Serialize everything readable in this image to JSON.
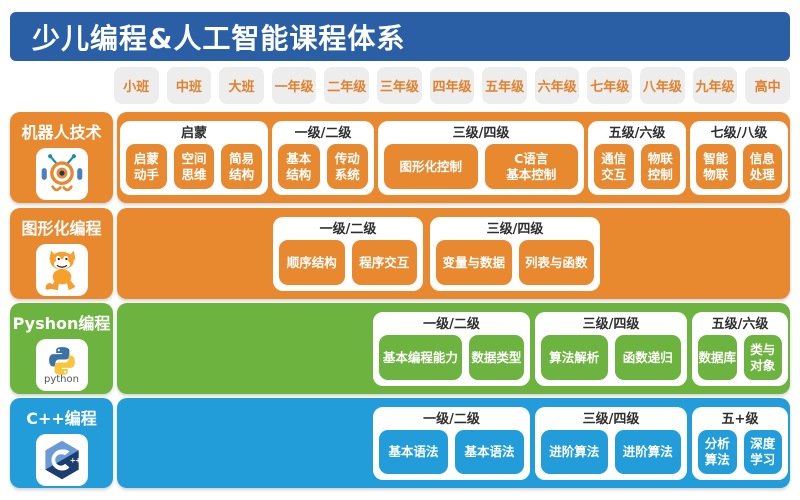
{
  "header": {
    "title": "少儿编程&人工智能课程体系"
  },
  "grades": [
    "小班",
    "中班",
    "大班",
    "一年级",
    "二年级",
    "三年级",
    "四年级",
    "五年级",
    "六年级",
    "七年级",
    "八年级",
    "九年级",
    "高中"
  ],
  "colors": {
    "header_bg": "#2B5FA5",
    "robotics_band": "#E8882F",
    "scratch_band": "#E8882F",
    "python_band": "#6DB33F",
    "cpp_band": "#239DD9",
    "grade_button_bg": "#EDEDED",
    "grade_button_text": "#E0812C",
    "group_card_bg": "#FFFFFF",
    "group_level_text": "#2E2E2E",
    "chip_text": "#FFFFFF"
  },
  "tracks": [
    {
      "label": "机器人技术",
      "icon": "robot-icon",
      "groups": [
        {
          "level": "启蒙",
          "chips": [
            "启蒙\n动手",
            "空间\n思维",
            "简易\n结构"
          ]
        },
        {
          "level": "一级/二级",
          "chips": [
            "基本\n结构",
            "传动\n系统"
          ]
        },
        {
          "level": "三级/四级",
          "chips": [
            "图形化控制",
            "C语言\n基本控制"
          ]
        },
        {
          "level": "五级/六级",
          "chips": [
            "通信\n交互",
            "物联\n控制"
          ]
        },
        {
          "level": "七级/八级",
          "chips": [
            "智能\n物联",
            "信息\n处理"
          ]
        }
      ]
    },
    {
      "label": "图形化编程",
      "icon": "scratch-cat-icon",
      "groups": [
        {
          "level": "一级/二级",
          "chips": [
            "顺序结构",
            "程序交互"
          ]
        },
        {
          "level": "三级/四级",
          "chips": [
            "变量与数据",
            "列表与函数"
          ]
        }
      ]
    },
    {
      "label": "Pyshon编程",
      "icon": "python-icon",
      "icon_text": "python",
      "groups": [
        {
          "level": "一级/二级",
          "chips": [
            "基本编程能力",
            "数据类型"
          ]
        },
        {
          "level": "三级/四级",
          "chips": [
            "算法解析",
            "函数递归"
          ]
        },
        {
          "level": "五级/六级",
          "chips": [
            "数据库",
            "类与\n对象"
          ]
        }
      ]
    },
    {
      "label": "C++编程",
      "icon": "cpp-icon",
      "groups": [
        {
          "level": "一级/二级",
          "chips": [
            "基本语法",
            "基本语法"
          ]
        },
        {
          "level": "三级/四级",
          "chips": [
            "进阶算法",
            "进阶算法"
          ]
        },
        {
          "level": "五+级",
          "chips": [
            "分析\n算法",
            "深度\n学习"
          ]
        }
      ]
    }
  ]
}
